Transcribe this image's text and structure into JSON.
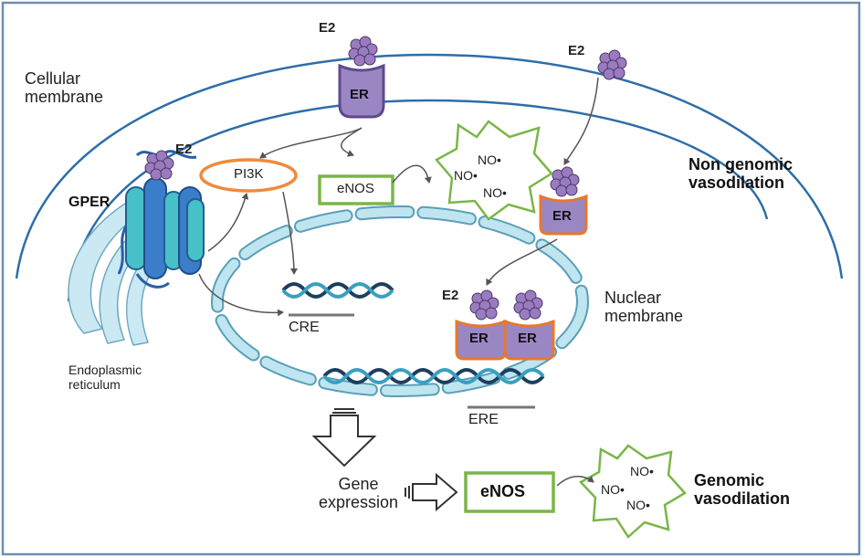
{
  "labels": {
    "cellular_membrane": [
      "Cellular",
      "membrane"
    ],
    "nuclear_membrane": [
      "Nuclear",
      "membrane"
    ],
    "endoplasmic_reticulum": [
      "Endoplasmic",
      "reticulum"
    ],
    "non_genomic": [
      "Non genomic",
      "vasodilation"
    ],
    "genomic": [
      "Genomic",
      "vasodilation"
    ],
    "gene_expression": [
      "Gene",
      "expression"
    ],
    "gper": "GPER",
    "pi3k": "PI3K",
    "enos_top": "eNOS",
    "enos_bottom": "eNOS",
    "cre": "CRE",
    "ere": "ERE",
    "e2": "E2",
    "er": "ER",
    "no": "NO"
  },
  "colors": {
    "frame": "#6b8fb5",
    "membrane": "#2e6da8",
    "nuclear_dash": "#a8d8e8",
    "nuclear_dash_stroke": "#5a9fb8",
    "er_fill": "#9b86c4",
    "er_stroke_purple": "#5e4a8a",
    "er_stroke_orange": "#e8782a",
    "e2_fill": "#9b7bbf",
    "pi3k_stroke": "#f08a3c",
    "enos_stroke": "#7ab648",
    "no_star_stroke": "#7ab648",
    "dna_dark": "#1d3f5e",
    "dna_light": "#3a9fc0",
    "gper_blue": "#3b7dc8",
    "gper_teal": "#48c0c8",
    "er_tubule": "#a8d8e8",
    "arrow": "#555555"
  },
  "icons": [
    "e2-molecule-icon",
    "estrogen-receptor-icon",
    "gper-receptor-icon",
    "dna-helix-icon",
    "no-burst-icon",
    "block-arrow-icon"
  ]
}
